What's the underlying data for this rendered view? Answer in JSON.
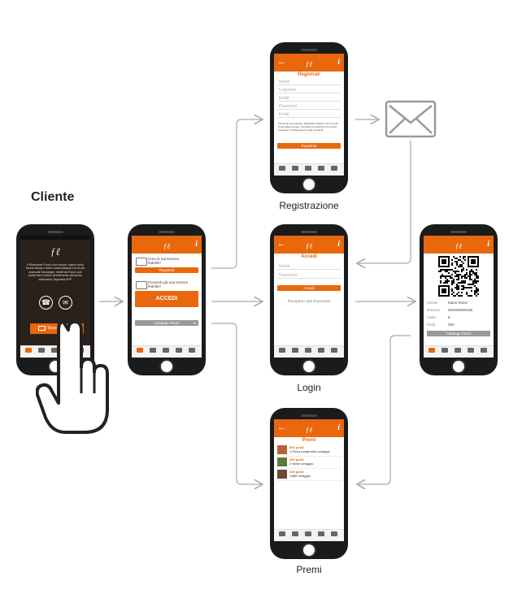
{
  "title": "Cliente",
  "labels": {
    "registrazione": "Registrazione",
    "login": "Login",
    "premi": "Premi"
  },
  "colors": {
    "accent": "#e9680d",
    "phone": "#1b1b1b",
    "arrow": "#aaaaaa"
  },
  "screens": {
    "splash": {
      "body_text": "Il Ristorante Food Love unisce i sapori della buona tavola e della cucina italiana con le più avanzate tecnologie. Infatti da Food Love potrai fare l'ordine direttamente dal tavolo utilizzando l'apposita APP.",
      "tessera_button": "Tessera Fedeltà",
      "icons": [
        "phone-icon",
        "mail-icon"
      ]
    },
    "home": {
      "create_text": "Crea la tua tessera fedeltà?",
      "register_button": "Registrati",
      "own_text": "Possiedi già una tessera fedeltà?",
      "accedi_button": "ACCEDI",
      "catalog_button": "Catalogo Premi"
    },
    "register": {
      "title": "Registrati",
      "fields": [
        "Nome",
        "Cognome",
        "Email",
        "Password",
        "Email"
      ],
      "terms": "Cliccando sul pulsante \"Registrati\" dichiaro che: ho letto l'Informativa privacy; Accettare le condizioni di servizio; Accettare il Trattamento dei dati personali",
      "button": "Registrati"
    },
    "login": {
      "title": "Accedi",
      "fields": [
        "Nome",
        "Password"
      ],
      "button": "Accedi",
      "recover": "Recupera i dati di accesso"
    },
    "card": {
      "rows": [
        {
          "label": "Utente",
          "value": "Mario Rossi"
        },
        {
          "label": "Tessera",
          "value": "002400000196"
        },
        {
          "label": "Visite",
          "value": "8"
        },
        {
          "label": "Punti",
          "value": "300"
        }
      ],
      "catalog_button": "Catalogo Premi"
    },
    "premi": {
      "title": "Premi",
      "items": [
        {
          "points": "800 punti",
          "name": "1 Pizza margherita omaggio"
        },
        {
          "points": "300 punti",
          "name": "2 bibite omaggio"
        },
        {
          "points": "100 punti",
          "name": "Caffè omaggio"
        }
      ]
    }
  }
}
